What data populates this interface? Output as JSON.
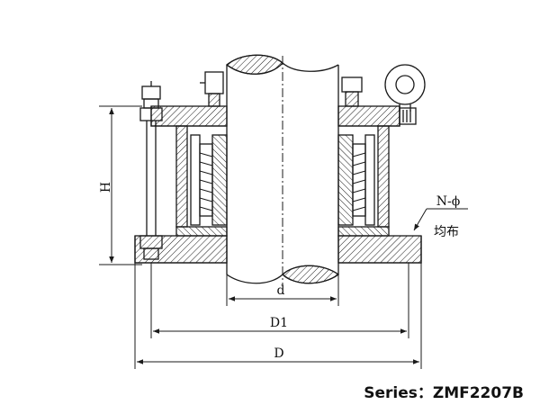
{
  "caption": {
    "text": "Series：ZMF2207B"
  },
  "dimensions": {
    "H": "H",
    "d": "d",
    "D1": "D1",
    "D": "D",
    "N_phi": "N-ϕ"
  },
  "note": {
    "text": "均布"
  },
  "colors": {
    "line": "#1a1a1a",
    "hatch": "#1a1a1a",
    "background": "#ffffff"
  }
}
